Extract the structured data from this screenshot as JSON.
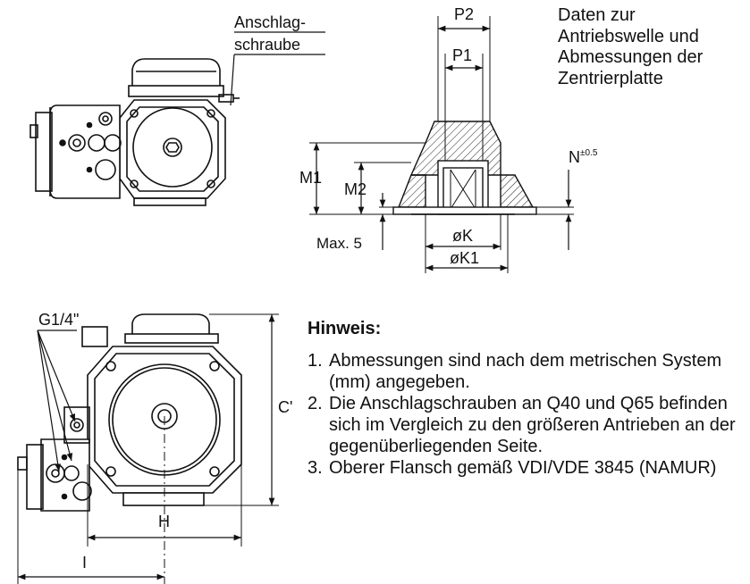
{
  "top_left": {
    "stop_screw_line1": "Anschlag-",
    "stop_screw_line2": "schraube"
  },
  "section": {
    "p2": "P2",
    "p1": "P1",
    "m1": "M1",
    "m2": "M2",
    "max5": "Max. 5",
    "ok": "øK",
    "ok1": "øK1",
    "n": "N",
    "n_tol": "±0.5"
  },
  "caption": {
    "line1": "Daten zur",
    "line2": "Antriebswelle und",
    "line3": "Abmessungen der",
    "line4": "Zentrierplatte"
  },
  "front_view": {
    "g14": "G1/4\"",
    "c": "C'",
    "h": "H",
    "i": "I"
  },
  "hinweis": {
    "title": "Hinweis:",
    "items": [
      {
        "num": "1.",
        "text": "Abmessungen sind nach dem metrischen System (mm) angegeben."
      },
      {
        "num": "2.",
        "text": "Die Anschlagschrauben an Q40 und Q65 befinden sich im Vergleich zu den größeren Antrieben an der gegenüberliegenden Seite."
      },
      {
        "num": "3.",
        "text": "Oberer Flansch gemäß VDI/VDE 3845 (NAMUR)"
      }
    ]
  }
}
